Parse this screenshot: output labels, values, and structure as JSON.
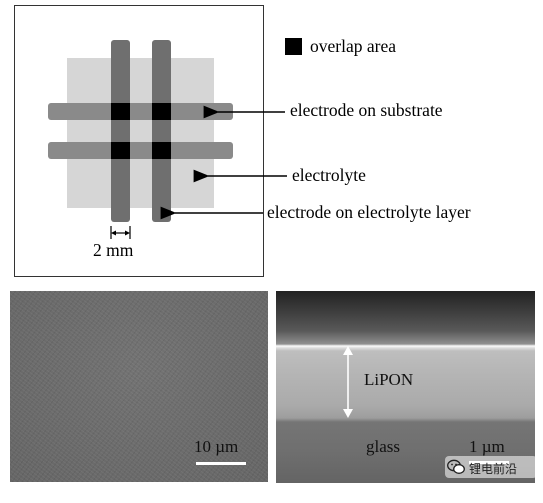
{
  "schematic": {
    "legend_label": "overlap area",
    "label_electrode_substrate": "electrode on substrate",
    "label_electrolyte": "electrolyte",
    "label_electrode_electrolyte": "electrode on electrolyte layer",
    "dimension_label": "2 mm"
  },
  "sem_left": {
    "scale_label": "10 µm"
  },
  "sem_right": {
    "layer_label": "LiPON",
    "substrate_label": "glass",
    "scale_label": "1 µm"
  },
  "watermark": {
    "text": "锂电前沿",
    "icon": "wechat-icon"
  },
  "colors": {
    "electrolyte": "#d6d6d6",
    "bottom_electrode": "#8a8a8a",
    "top_electrode": "#6f6f6f",
    "overlap": "#000000"
  }
}
